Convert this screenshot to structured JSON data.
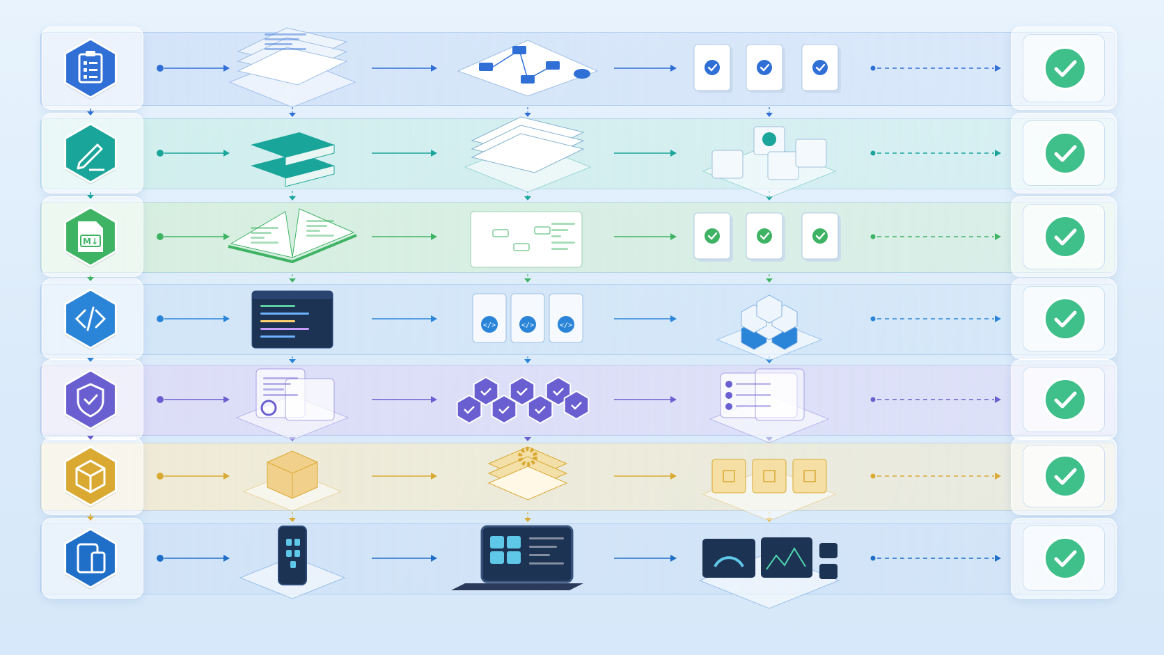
{
  "diagram": {
    "stages": [
      {
        "id": "planning",
        "color": "#2f6fd6",
        "light": "#cfe0f7",
        "hex_icon": "clipboard-checklist-icon",
        "steps": [
          "stacked-documents-icon",
          "flowchart-board-icon",
          "verified-cards-icon"
        ]
      },
      {
        "id": "design",
        "color": "#1aa59a",
        "light": "#cdeeea",
        "hex_icon": "pencil-edit-icon",
        "steps": [
          "stacked-books-icon",
          "layered-wireframe-icon",
          "module-blocks-icon"
        ]
      },
      {
        "id": "documentation",
        "color": "#3fb364",
        "light": "#d4efd9",
        "hex_icon": "markdown-file-icon",
        "steps": [
          "open-book-icon",
          "process-diagram-icon",
          "approved-pages-icon"
        ]
      },
      {
        "id": "development",
        "color": "#2a85d8",
        "light": "#cfe4f7",
        "hex_icon": "code-brackets-icon",
        "steps": [
          "code-editor-icon",
          "code-modules-icon",
          "cube-stack-icon"
        ]
      },
      {
        "id": "testing",
        "color": "#6a5fd0",
        "light": "#ddd9f6",
        "hex_icon": "shield-check-icon",
        "steps": [
          "inspection-panels-icon",
          "hexagon-checks-icon",
          "checklist-panels-icon"
        ]
      },
      {
        "id": "packaging",
        "color": "#d9a931",
        "light": "#f5ebcc",
        "hex_icon": "package-box-icon",
        "steps": [
          "cardboard-box-icon",
          "gear-layers-icon",
          "shipping-boxes-icon"
        ]
      },
      {
        "id": "deployment",
        "color": "#1f6fc9",
        "light": "#cfe1f6",
        "hex_icon": "devices-icon",
        "steps": [
          "smartphone-icon",
          "tablet-keyboard-icon",
          "monitoring-dashboard-icon"
        ]
      }
    ],
    "end_icon": "check-circle-icon",
    "end_color": "#3fbf8a"
  }
}
